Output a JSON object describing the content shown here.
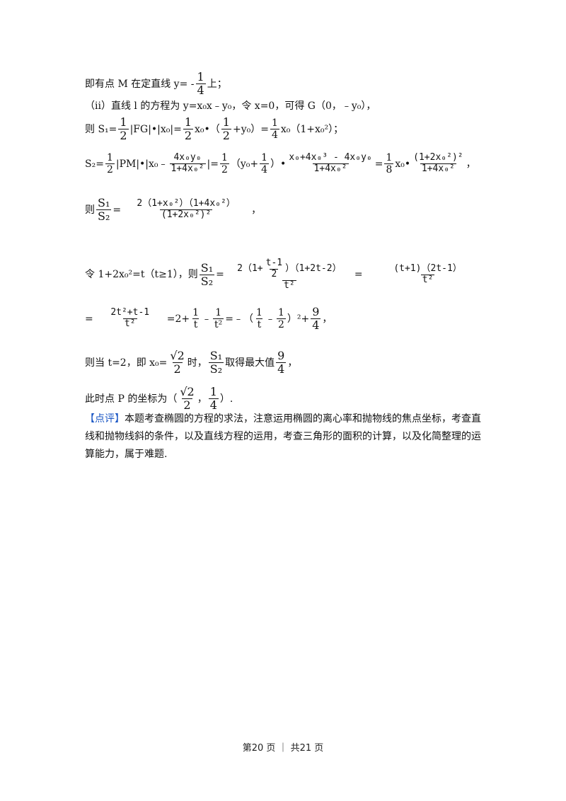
{
  "lines": {
    "l1": {
      "text_a": "即有点 M 在定直线 y= - ",
      "num": "1",
      "den": "4",
      "text_b": "上；"
    },
    "l2": {
      "text": "（ii）直线 l 的方程为 y=x₀x﹣y₀，令 x=0，可得 G（0，﹣y₀），"
    },
    "l3": {
      "a": "则 S₁=",
      "f1n": "1",
      "f1d": "2",
      "b": "|FG|•|x₀|=",
      "f2n": "1",
      "f2d": "2",
      "c": "x₀•（",
      "f3n": "1",
      "f3d": "2",
      "d": "+y₀）=",
      "f4n": "1",
      "f4d": "4",
      "e": "x₀（1+x₀²）；"
    },
    "l4": {
      "a": "S₂=",
      "f1n": "1",
      "f1d": "2",
      "b": "|PM|•|x₀﹣",
      "f2n": "4x₀y₀",
      "f2d": "1+4x₀²",
      "c": "|=",
      "f3n": "1",
      "f3d": "2",
      "d": "（y₀+",
      "f4n": "1",
      "f4d": "4",
      "e": "）•",
      "f5n": "x₀+4x₀³ - 4x₀y₀",
      "f5d": "1+4x₀²",
      "f": "=",
      "f6n": "1",
      "f6d": "8",
      "g": "x₀•",
      "f7n": "(1+2x₀²)²",
      "f7d": "1+4x₀²",
      "h": "，"
    },
    "l5": {
      "a": "则",
      "f1n": "S₁",
      "f1d": "S₂",
      "b": "=",
      "f2n": "2（1+x₀²）（1+4x₀²）",
      "f2d": "(1+2x₀²)²",
      "c": "，"
    },
    "l6": {
      "a": "令 1+2x₀²=t（t≥1），则",
      "f1n": "S₁",
      "f1d": "S₂",
      "b": "=",
      "f2n_a": "2（1+",
      "f2n_in_n": "t-1",
      "f2n_in_d": "2",
      "f2n_b": "）（1+2t-2）",
      "f2d": "t²",
      "c": "=",
      "f3n": "(t+1)（2t-1）",
      "f3d": "t²"
    },
    "l7": {
      "a": "=",
      "f1n": "2t²+t-1",
      "f1d": "t²",
      "b": "=2+",
      "f2n": "1",
      "f2d": "t",
      "c": "﹣",
      "f3n": "1",
      "f3d": "t²",
      "d": "=﹣（",
      "f4n": "1",
      "f4d": "t",
      "e": "﹣",
      "f5n": "1",
      "f5d": "2",
      "f": "）²+",
      "f6n": "9",
      "f6d": "4",
      "g": "，"
    },
    "l8": {
      "a": "则当 t=2，即 x₀=",
      "f1n": "√2",
      "f1d": "2",
      "b": "时，",
      "f2n": "S₁",
      "f2d": "S₂",
      "c": "取得最大值",
      "f3n": "9",
      "f3d": "4",
      "d": "，"
    },
    "l9": {
      "a": "此时点 P 的坐标为（",
      "f1n": "√2",
      "f1d": "2",
      "b": "，",
      "f2n": "1",
      "f2d": "4",
      "c": "）."
    }
  },
  "note": {
    "label": "【点评】",
    "text": "本题考查椭圆的方程的求法，注意运用椭圆的离心率和抛物线的焦点坐标，考查直线和抛物线斜的条件，以及直线方程的运用，考查三角形的面积的计算，以及化简整理的运算能力，属于难题."
  },
  "footer": {
    "text": "第20 页 ｜ 共21 页"
  }
}
